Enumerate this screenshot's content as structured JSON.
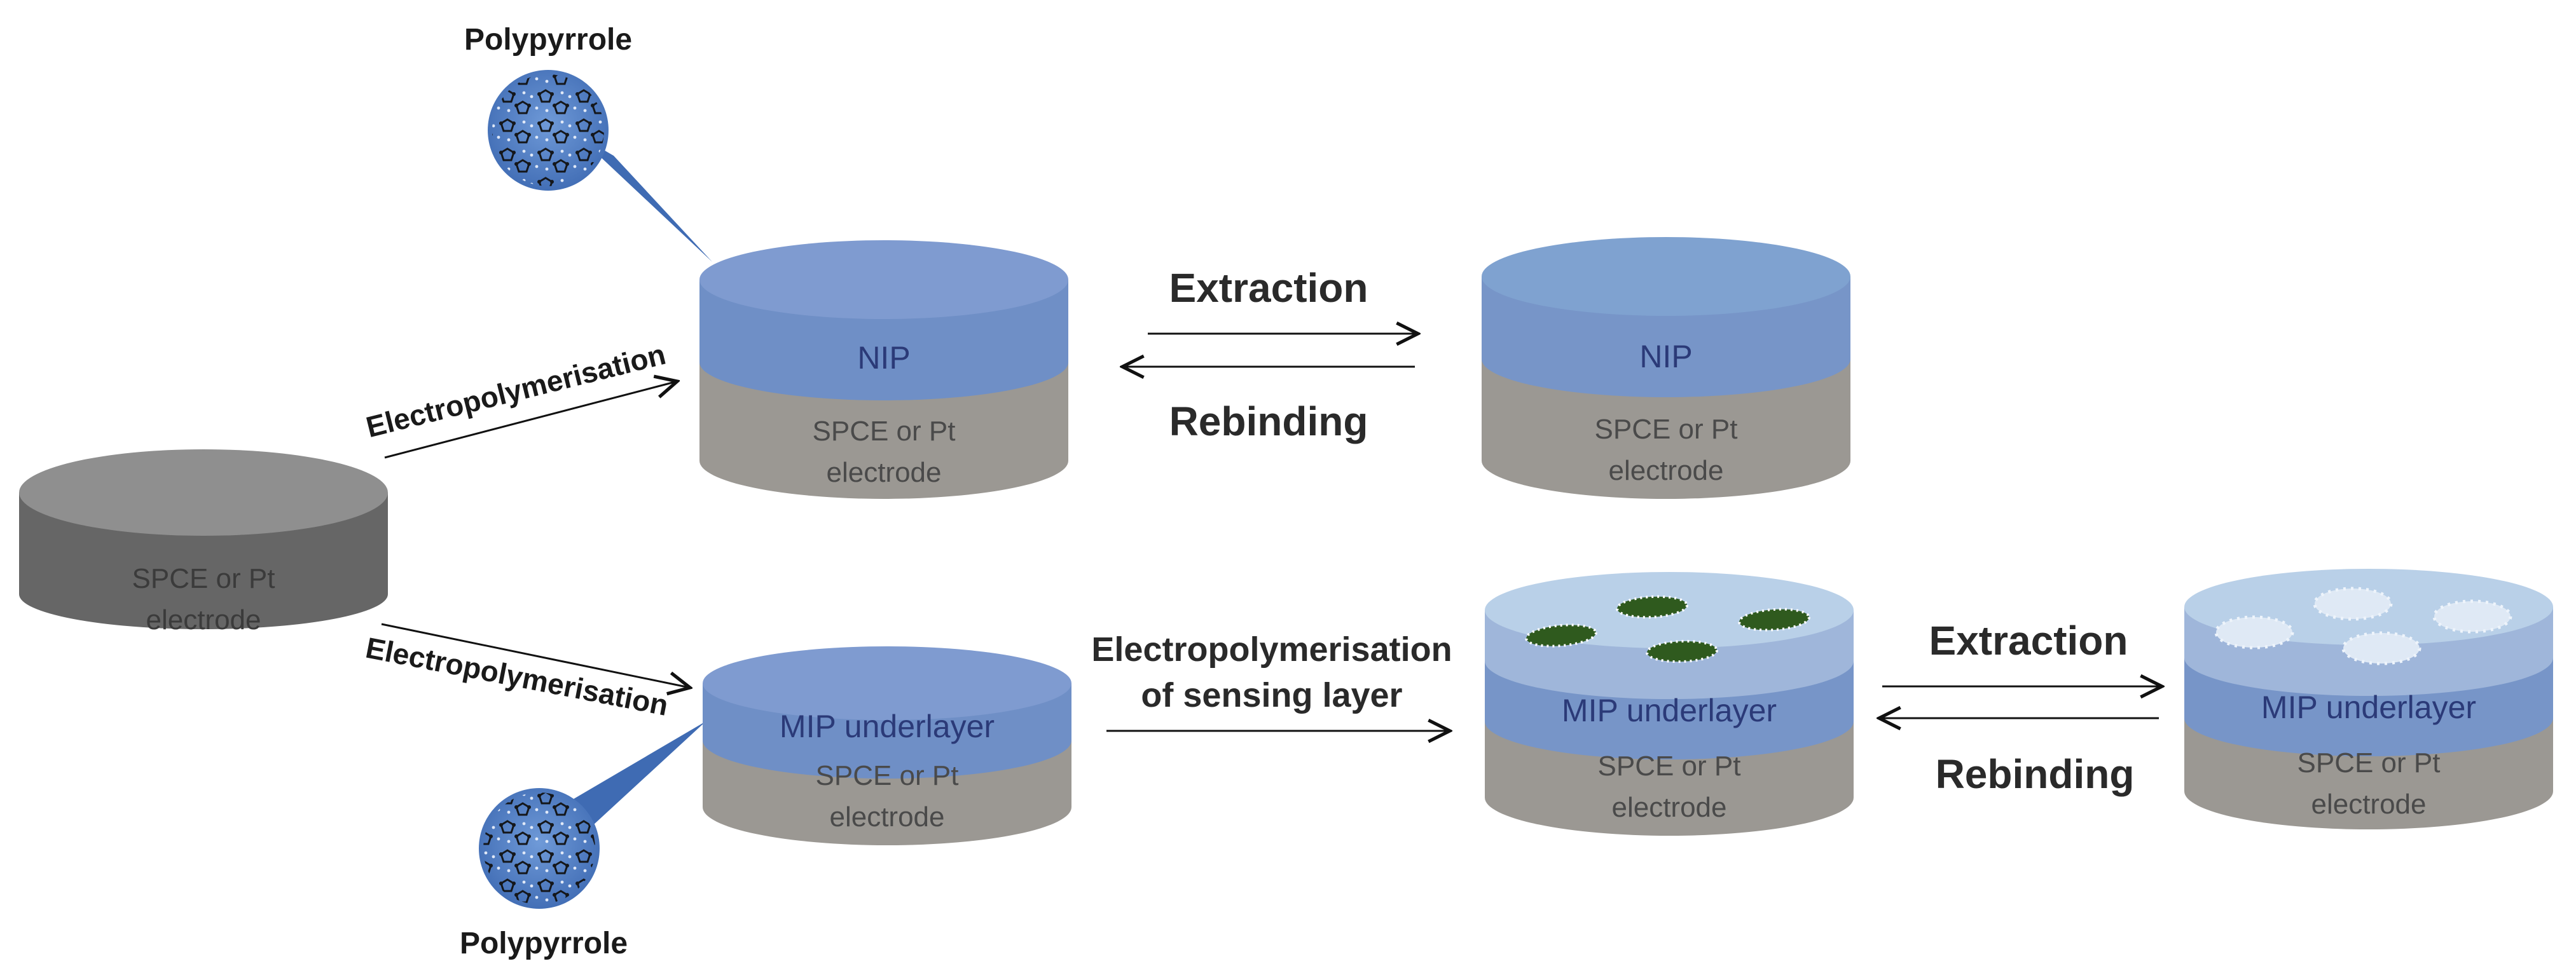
{
  "labels": {
    "polypyrrole_top": "Polypyrrole",
    "polypyrrole_bottom": "Polypyrrole",
    "electropolymerisation_upper": "Electropolymerisation",
    "electropolymerisation_lower": "Electropolymerisation",
    "electropolymerisation_sensing_line1": "Electropolymerisation",
    "electropolymerisation_sensing_line2": "of sensing layer",
    "extraction_top": "Extraction",
    "rebinding_top": "Rebinding",
    "extraction_bottom": "Extraction",
    "rebinding_bottom": "Rebinding"
  },
  "electrodes": {
    "bare": {
      "line1": "SPCE or Pt",
      "line2": "electrode"
    },
    "nip_1": {
      "layer": "NIP",
      "line1": "SPCE or Pt",
      "line2": "electrode"
    },
    "nip_2": {
      "layer": "NIP",
      "line1": "SPCE or Pt",
      "line2": "electrode"
    },
    "mip_underlayer": {
      "layer": "MIP underlayer",
      "line1": "SPCE or Pt",
      "line2": "electrode"
    },
    "mip_with_bacteria": {
      "layer": "MIP underlayer",
      "line1": "SPCE or Pt",
      "line2": "electrode"
    },
    "mip_extracted": {
      "layer": "MIP underlayer",
      "line1": "SPCE or Pt",
      "line2": "electrode"
    }
  },
  "colors": {
    "bare_body": "#6e6e6e",
    "bare_top": "#8c8c8c",
    "electrode_body": "#9b9893",
    "polymer_body": "#6f8fc6",
    "polymer_top": "#7f9bd0",
    "mip_top": "#b9d0e8",
    "bacteria": "#2f5a1e",
    "cavity": "#dfe9f5",
    "zoom_circle": "#4f7ec2",
    "zoom_beam": "#3f6bb3"
  }
}
